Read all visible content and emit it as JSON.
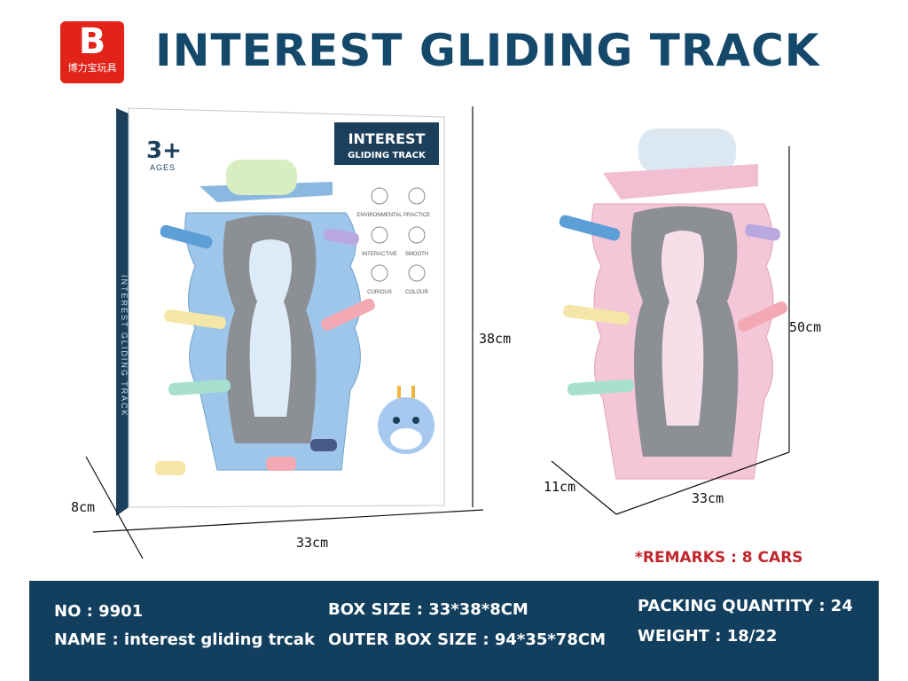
{
  "logo": {
    "mark": "B",
    "caption": "博力宝玩具"
  },
  "title": "INTEREST GLIDING TRACK",
  "box": {
    "age": "3+",
    "age_label": "AGES",
    "brand_line1": "INTEREST",
    "brand_line2": "GLIDING TRACK",
    "side_text": "INTEREST GLIDING TRACK",
    "features": [
      "ENVIRONMENTAL",
      "PRACTICE",
      "INTERACTIVE",
      "SMOOTH",
      "CURIOUS",
      "COLOUR"
    ]
  },
  "dimensions": {
    "box_height": "38cm",
    "box_width": "33cm",
    "box_depth": "8cm",
    "toy_height": "50cm",
    "toy_width": "33cm",
    "toy_depth": "11cm"
  },
  "remarks": "*REMARKS : 8 CARS",
  "spec": {
    "no": "NO : 9901",
    "name": "NAME : interest gliding trcak",
    "box_size": "BOX SIZE : 33*38*8CM",
    "outer_box_size": "OUTER BOX SIZE : 94*35*78CM",
    "packing_quantity": "PACKING QUANTITY : 24",
    "weight": "WEIGHT : 18/22"
  },
  "colors": {
    "brand_red": "#e2231a",
    "title_blue": "#15496b",
    "spec_bg": "#133f5e",
    "remarks_red": "#c0272d"
  }
}
